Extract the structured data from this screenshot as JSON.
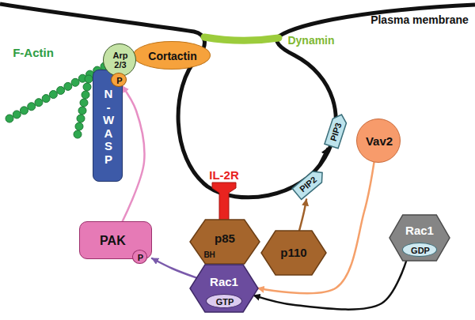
{
  "diagram": {
    "nodes": [
      {
        "text": [
          "Arp 2/3"
        ]
      },
      {
        "text": [
          "Cortactin"
        ]
      },
      {
        "text": [
          "P"
        ]
      },
      {
        "text": [
          "N-WASP"
        ]
      },
      {
        "text": [
          "Dynamin"
        ]
      },
      {
        "text": [
          "Vav2"
        ]
      },
      {
        "text": [
          "PIP3"
        ]
      },
      {
        "text": [
          "IL-2R"
        ]
      },
      {
        "text": [
          "PIP2"
        ]
      },
      {
        "text": [
          "p85",
          "BH"
        ]
      },
      {
        "text": [
          "p110"
        ]
      },
      {
        "text": [
          "Rac1"
        ]
      },
      {
        "text": [
          "GDP"
        ],
        "in": 11
      },
      {
        "text": [
          "PAK"
        ]
      },
      {
        "text": [
          "P"
        ],
        "in": 13
      },
      {
        "text": [
          "Rac1"
        ]
      },
      {
        "text": [
          "GTP"
        ],
        "in": 15
      }
    ],
    "edges": [
      {
        "from": 13,
        "to": 2,
        "arrow": "to"
      },
      {
        "from": 15,
        "to": 13,
        "arrow": "to"
      },
      {
        "from": 10,
        "to": 8,
        "arrow": "to"
      },
      {
        "from": 8,
        "to": 6,
        "arrow": "to"
      },
      {
        "from": 5,
        "to": 15,
        "arrow": "to"
      },
      {
        "from": 11,
        "to": 15,
        "arrow": "to"
      }
    ],
    "labels": [
      "Plasma membrane",
      "F-Actin"
    ]
  }
}
